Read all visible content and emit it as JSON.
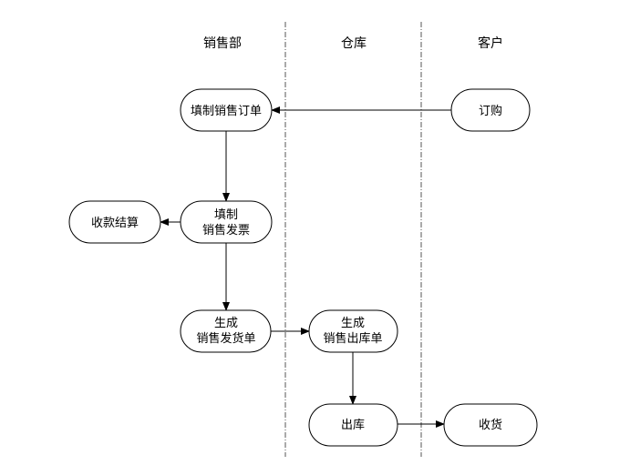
{
  "lanes": [
    {
      "label": "销售部"
    },
    {
      "label": "仓库"
    },
    {
      "label": "客户"
    }
  ],
  "nodes": {
    "fill_order": {
      "lines": [
        "填制销售订单"
      ]
    },
    "order": {
      "lines": [
        "订购"
      ]
    },
    "fill_invoice": {
      "lines": [
        "填制",
        "销售发票"
      ]
    },
    "settlement": {
      "lines": [
        "收款结算"
      ]
    },
    "gen_ship": {
      "lines": [
        "生成",
        "销售发货单"
      ]
    },
    "gen_outbound": {
      "lines": [
        "生成",
        "销售出库单"
      ]
    },
    "outbound": {
      "lines": [
        "出库"
      ]
    },
    "receive": {
      "lines": [
        "收货"
      ]
    }
  }
}
